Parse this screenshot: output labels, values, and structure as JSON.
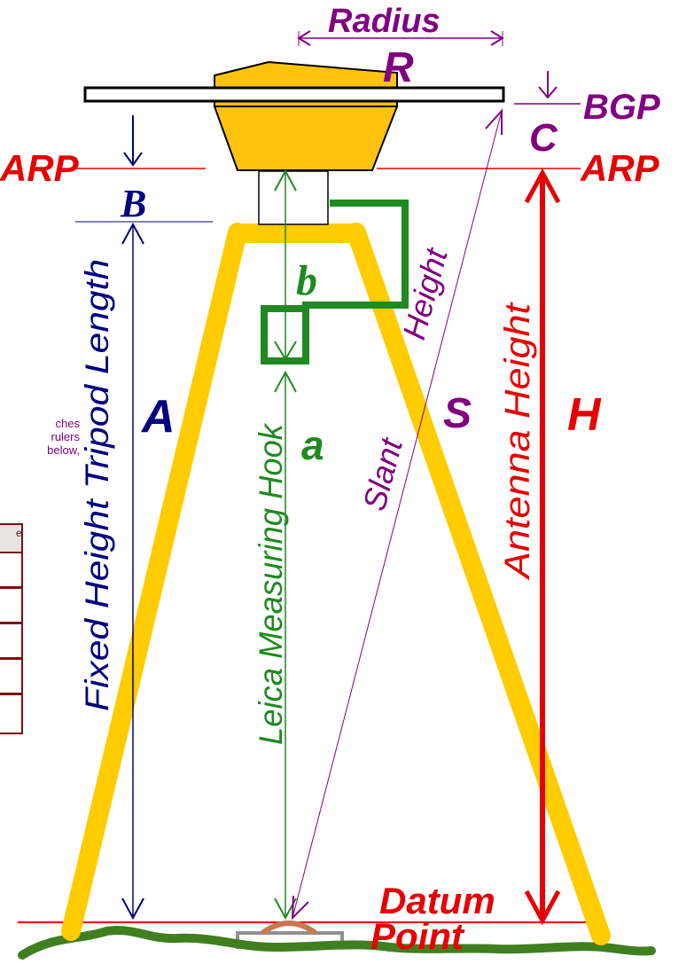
{
  "labels": {
    "radius": "Radius",
    "radius_symbol": "R",
    "bgp": "BGP",
    "c_symbol": "C",
    "arp_left": "ARP",
    "arp_right": "ARP",
    "b_upper": "B",
    "b_lower": "b",
    "tripod_length": "Fixed Height Tripod Length",
    "a_upper": "A",
    "a_lower": "a",
    "measuring_hook": "Leica Measuring Hook",
    "slant": "Slant",
    "height_word": "Height",
    "s_symbol": "S",
    "antenna_height": "Antenna Height",
    "h_symbol": "H",
    "datum": "Datum",
    "point": "Point"
  },
  "side_note": [
    "ches",
    "rulers",
    "below,"
  ],
  "colors": {
    "tripod": "#ffcc00",
    "antenna": "#ffc20e",
    "hook": "#1f8a1f",
    "red": "#e60000",
    "purple": "#800080",
    "navy": "#000080",
    "ground": "#3f7f1f",
    "monument": "#c87850"
  }
}
